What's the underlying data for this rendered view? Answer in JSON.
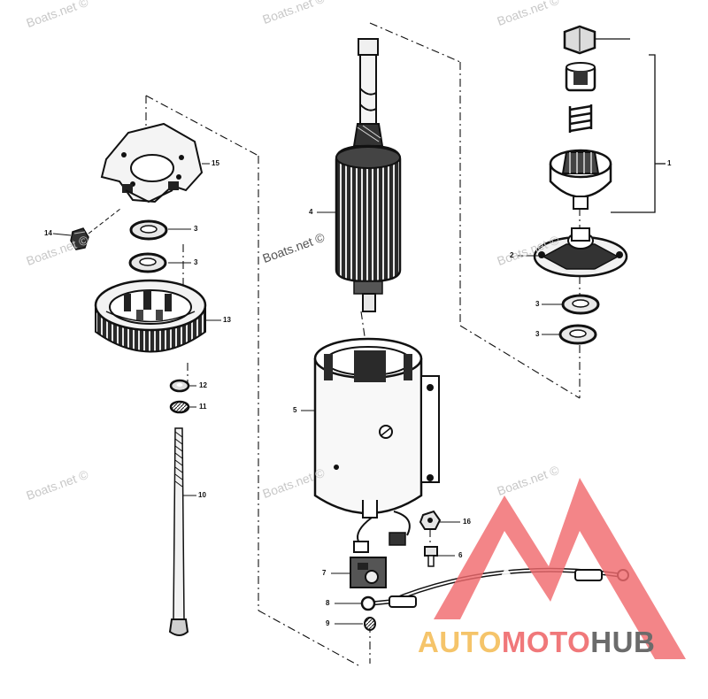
{
  "watermark_text": "Boats.net ©",
  "logo": {
    "word_1": "AUTO",
    "word_2": "MOTO",
    "word_3": "HUB",
    "color_1": "#f5c46a",
    "color_2": "#f0787a",
    "color_3": "#6b6b6b",
    "triangle_color": "#f06a6e"
  },
  "callouts": {
    "c1": "1",
    "c2": "2",
    "c3a": "3",
    "c3b": "3",
    "c3c": "3",
    "c3d": "3",
    "c4": "4",
    "c5": "5",
    "c6": "6",
    "c7": "7",
    "c8": "8",
    "c9": "9",
    "c10": "10",
    "c11": "11",
    "c12": "12",
    "c13": "13",
    "c14": "14",
    "c15": "15",
    "c16": "16"
  }
}
